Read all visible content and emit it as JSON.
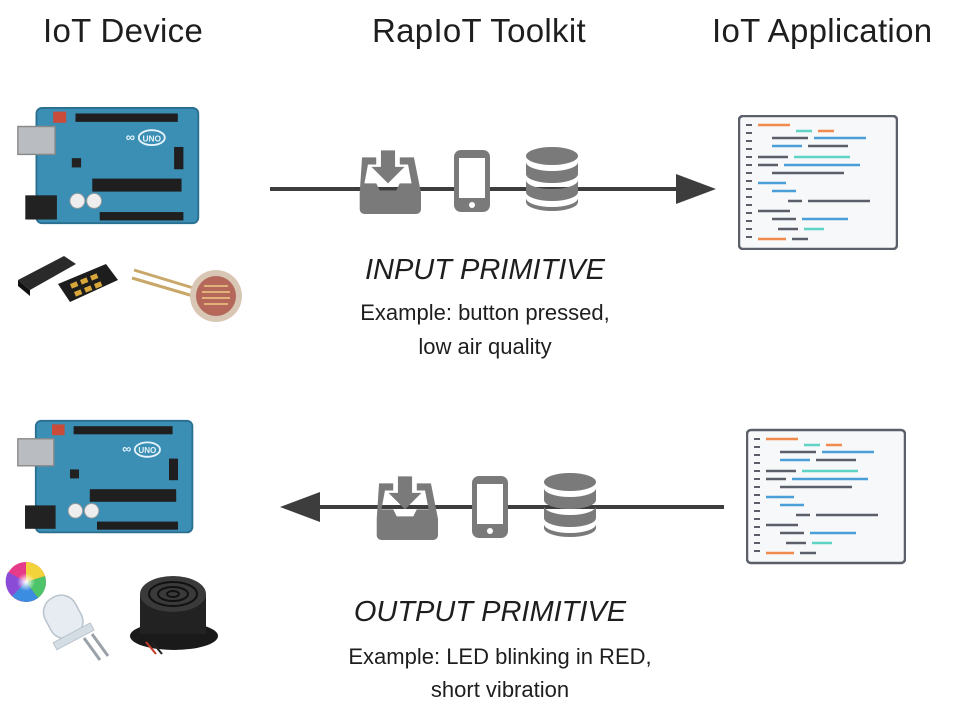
{
  "columns": {
    "device": "IoT Device",
    "toolkit": "RapIoT Toolkit",
    "application": "IoT Application"
  },
  "input": {
    "title": "INPUT PRIMITIVE",
    "example_line1": "Example: button pressed,",
    "example_line2": "low air quality",
    "flow_direction": "device-to-application"
  },
  "output": {
    "title": "OUTPUT PRIMITIVE",
    "example_line1": "Example: LED blinking in RED,",
    "example_line2": "short vibration",
    "flow_direction": "application-to-device"
  },
  "board_labels": {
    "brand": "Arduino",
    "model": "UNO"
  },
  "icons": [
    "inbox-icon",
    "smartphone-icon",
    "database-icon",
    "arduino-board-icon",
    "sensor-chip-icon",
    "photoresistor-icon",
    "rgb-led-icon",
    "buzzer-icon",
    "code-document-icon"
  ],
  "colors": {
    "arrow": "#3d3d3d",
    "toolkit_icons": "#7a7a7a",
    "board": "#3b8fb5",
    "code_blue": "#4a9fd8",
    "code_teal": "#5fd3c4",
    "code_orange": "#ef8a4a",
    "code_dark": "#5a5f6a"
  }
}
